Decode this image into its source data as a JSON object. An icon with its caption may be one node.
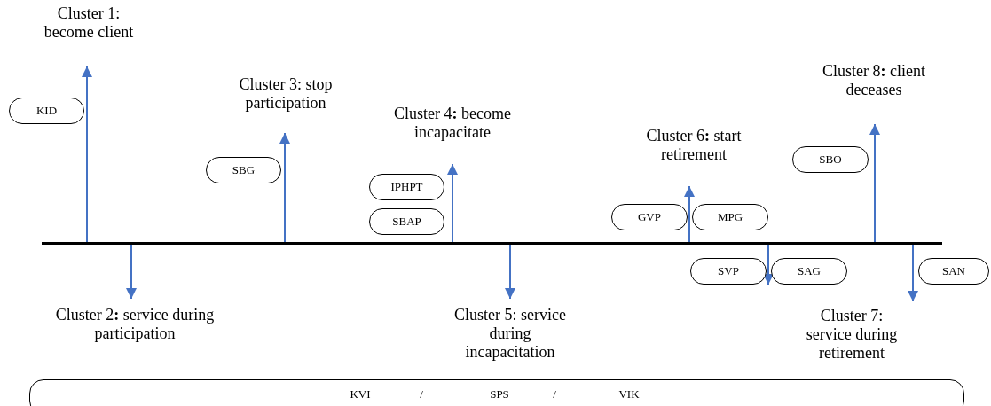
{
  "diagram": {
    "nodes": [
      {
        "text": [
          "Cluster 1: become client"
        ]
      },
      {
        "text": [
          "KID"
        ]
      },
      {
        "text": [
          "Cluster 3: stop participation"
        ]
      },
      {
        "text": [
          "SBG"
        ]
      },
      {
        "text": [
          "Cluster 4**:** become incapacitate"
        ]
      },
      {
        "text": [
          "IPHPT"
        ]
      },
      {
        "text": [
          "SBAP"
        ]
      },
      {
        "text": [
          "Cluster 6**:** start retirement"
        ]
      },
      {
        "text": [
          "GVP"
        ]
      },
      {
        "text": [
          "MPG"
        ]
      },
      {
        "text": [
          "Cluster 8**:** client deceases"
        ]
      },
      {
        "text": [
          "SBO"
        ]
      },
      {
        "text": [],
        "shape": "bar"
      },
      {
        "text": [
          "SVP"
        ]
      },
      {
        "text": [
          "SAG"
        ]
      },
      {
        "text": [
          "SAN"
        ]
      },
      {
        "text": [
          "Cluster 2**:** service during participation"
        ]
      },
      {
        "text": [
          "Cluster 5: service during incapacitation"
        ]
      },
      {
        "text": [
          "Cluster 7: service during retirement"
        ]
      },
      {
        "text": [
          "KVI",
          "/",
          "SPS",
          "/",
          "VIK"
        ]
      }
    ],
    "edges": [
      {
        "from": 12,
        "to": 0,
        "arrow": "to"
      },
      {
        "from": 12,
        "to": 16,
        "arrow": "to"
      },
      {
        "from": 12,
        "to": 2,
        "arrow": "to"
      },
      {
        "from": 12,
        "to": 4,
        "arrow": "to"
      },
      {
        "from": 12,
        "to": 17,
        "arrow": "to"
      },
      {
        "from": 12,
        "to": 7,
        "arrow": "to"
      },
      {
        "from": 12,
        "to": 13,
        "arrow": "to"
      },
      {
        "from": 12,
        "to": 10,
        "arrow": "to"
      },
      {
        "from": 12,
        "to": 18,
        "arrow": "to"
      }
    ]
  }
}
